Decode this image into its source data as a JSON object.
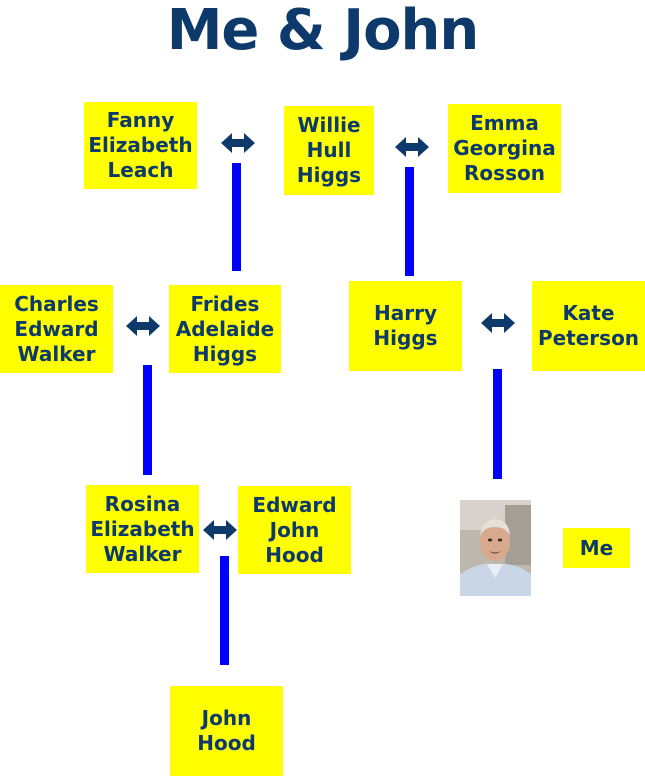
{
  "title": "Me & John",
  "people": {
    "fanny": "Fanny\nElizabeth\nLeach",
    "willie": "Willie\nHull\nHiggs",
    "emma": "Emma\nGeorgina\nRosson",
    "charles": "Charles\nEdward\nWalker",
    "frides": "Frides\nAdelaide\nHiggs",
    "harry": "Harry\nHiggs",
    "kate": "Kate\nPeterson",
    "rosina": "Rosina\nElizabeth\nWalker",
    "edward": "Edward\nJohn\nHood",
    "john": "John\nHood",
    "me": "Me"
  },
  "icons": {
    "marriage": "double-arrow-icon"
  },
  "colors": {
    "box": "#ffff00",
    "text": "#0d3a6b",
    "line": "#0000ff"
  }
}
